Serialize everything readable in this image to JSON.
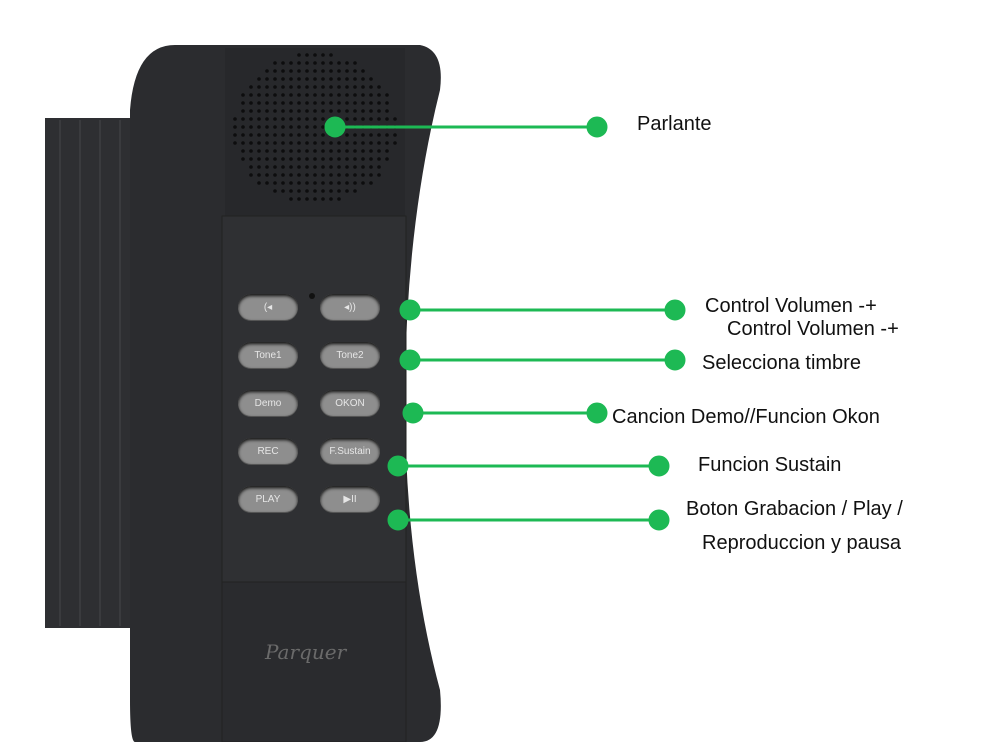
{
  "buttons": [
    {
      "label": "(◂",
      "name": "volume-down"
    },
    {
      "label": "◂))",
      "name": "volume-up"
    },
    {
      "label": "Tone1",
      "name": "tone1"
    },
    {
      "label": "Tone2",
      "name": "tone2"
    },
    {
      "label": "Demo",
      "name": "demo"
    },
    {
      "label": "OKON",
      "name": "okon"
    },
    {
      "label": "REC",
      "name": "rec"
    },
    {
      "label": "F.Sustain",
      "name": "sustain"
    },
    {
      "label": "PLAY",
      "name": "play"
    },
    {
      "label": "▶II",
      "name": "play-pause"
    }
  ],
  "brand": "Parquer",
  "labels": {
    "parlante": "Parlante",
    "volumen1": "Control Volumen -+",
    "volumen2": "Control Volumen -+",
    "timbre": "Selecciona timbre",
    "demo": "Cancion Demo//Funcion Okon",
    "sustain": "Funcion Sustain",
    "grabacion1": "Boton Grabacion / Play /",
    "grabacion2": "Reproduccion y pausa"
  },
  "colors": {
    "accent": "#1db954",
    "body": "#2b2c2f"
  }
}
